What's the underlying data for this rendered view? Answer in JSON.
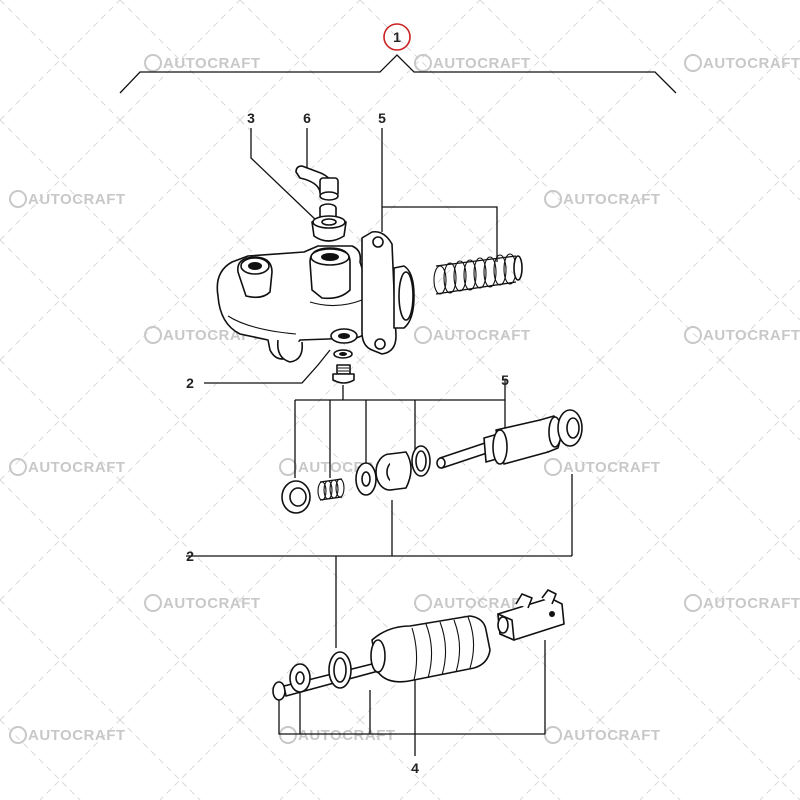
{
  "diagram": {
    "callouts": {
      "c1": "1",
      "c3": "3",
      "c6": "6",
      "c5_top": "5",
      "c2_top": "2",
      "c5_mid": "5",
      "c2_mid": "2",
      "c4": "4"
    },
    "watermark": {
      "text": "AUTOCRAFT"
    },
    "colors": {
      "highlight_circle": "#cc2222",
      "ink": "#111111",
      "watermark": "#c8c8c8"
    }
  }
}
